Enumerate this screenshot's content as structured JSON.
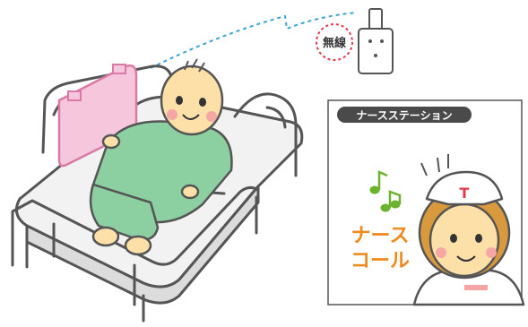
{
  "labels": {
    "wireless": "無線",
    "station_header": "ナースステーション",
    "nurse_call_line1": "ナース",
    "nurse_call_line2": "コール"
  },
  "icons": {
    "sensor": "wall-sensor-icon",
    "music": "music-note-icon",
    "nurse_cap_mark": "T"
  },
  "colors": {
    "outline": "#555555",
    "sensor_pad": "#f5c6dc",
    "gown": "#8ccfa0",
    "skin": "#fde0a8",
    "dash_line": "#3aa4d8",
    "wireless_ring": "#e63946",
    "station_header_bg": "#4a4a4a",
    "nurse_call_text": "#f08a1c",
    "music_note": "#6bb32e",
    "cap_mark": "#e63946"
  }
}
